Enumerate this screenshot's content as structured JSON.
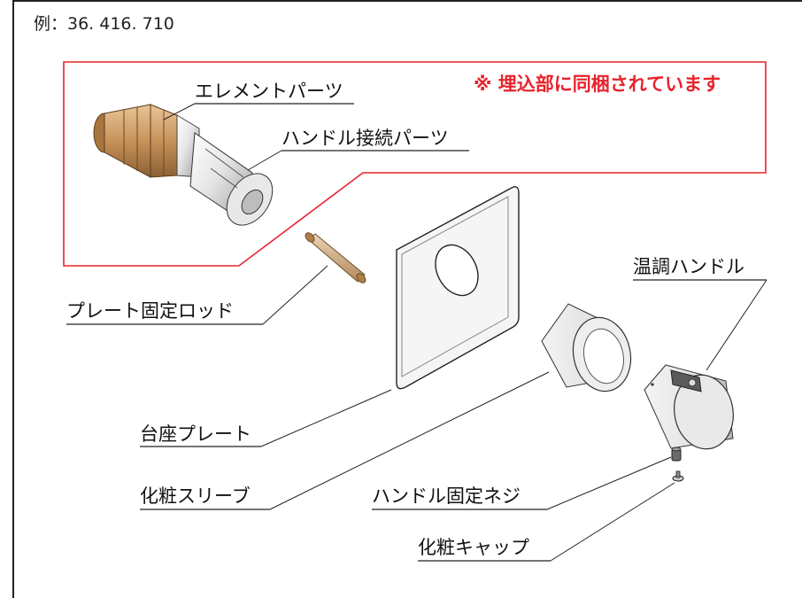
{
  "example_label": "例：36. 416. 710",
  "note": "※ 埋込部に同梱されています",
  "labels": {
    "element_parts": "エレメントパーツ",
    "handle_connection_parts": "ハンドル接続パーツ",
    "plate_fixing_rod": "プレート固定ロッド",
    "temperature_handle": "温調ハンドル",
    "base_plate": "台座プレート",
    "decorative_sleeve": "化粧スリーブ",
    "handle_fixing_screw": "ハンドル固定ネジ",
    "decorative_cap": "化粧キャップ"
  },
  "colors": {
    "note_red": "#e8232c",
    "brass": "#c89a64",
    "chrome": "#dcdcdc",
    "outline": "#222222"
  }
}
